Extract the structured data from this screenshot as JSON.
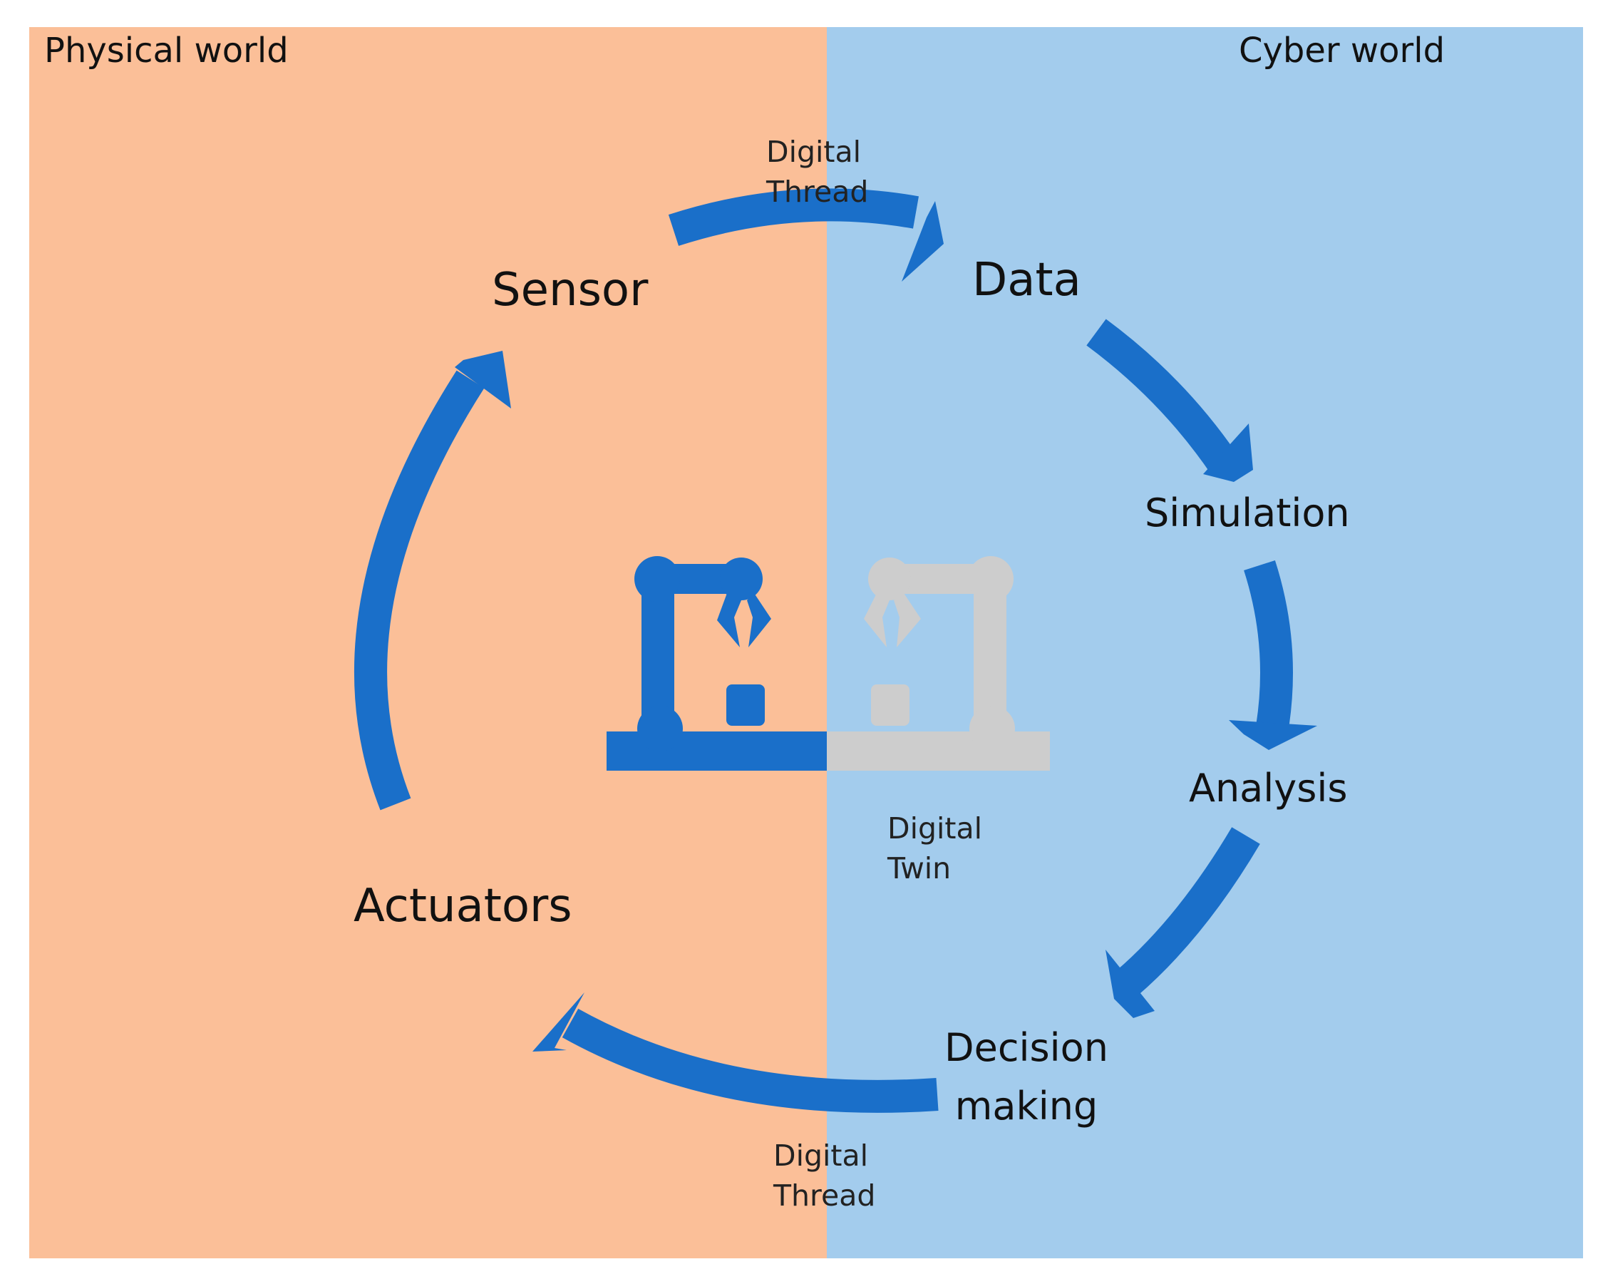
{
  "regions": {
    "physical": {
      "label": "Physical world",
      "color": "#fbbf98"
    },
    "cyber": {
      "label": "Cyber world",
      "color": "#a3cced"
    }
  },
  "nodes": {
    "sensor": "Sensor",
    "data": "Data",
    "simulation": "Simulation",
    "analysis": "Analysis",
    "decision_line1": "Decision",
    "decision_line2": "making",
    "actuators": "Actuators"
  },
  "annotations": {
    "thread_top_line1": "Digital",
    "thread_top_line2": "Thread",
    "thread_bottom_line1": "Digital",
    "thread_bottom_line2": "Thread",
    "twin_line1": "Digital",
    "twin_line2": "Twin"
  },
  "colors": {
    "arrow": "#1a6fc9",
    "robot_physical": "#1a6fc9",
    "robot_digital": "#cdcdcd",
    "text": "#111111"
  },
  "icons": {
    "physical_robot": "robot-arm-icon",
    "digital_robot": "digital-twin-robot-arm-icon"
  }
}
